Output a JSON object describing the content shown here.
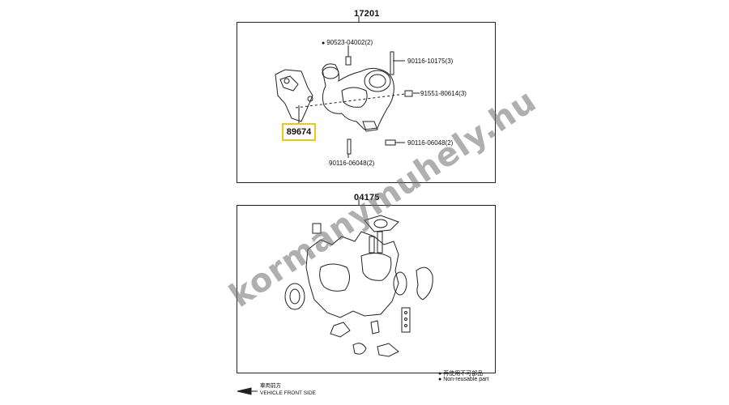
{
  "assembly_top": {
    "title": "17201",
    "parts": {
      "p1": "90523-04002(2)",
      "p2": "90116-10175(3)",
      "p3": "91551-80614(3)",
      "p4": "90116-06048(2)",
      "p5": "90116-06048(2)"
    },
    "highlighted": "89674",
    "highlight_color": "#f2c318"
  },
  "assembly_bottom": {
    "title": "04175"
  },
  "legend": {
    "reuse_cn": "再使用不可部品",
    "reuse_en": "Non-reusable part"
  },
  "footer": {
    "front_cn": "車両前方",
    "front_en": "VEHICLE FRONT SIDE"
  },
  "watermark": "kormanymuhely.hu"
}
